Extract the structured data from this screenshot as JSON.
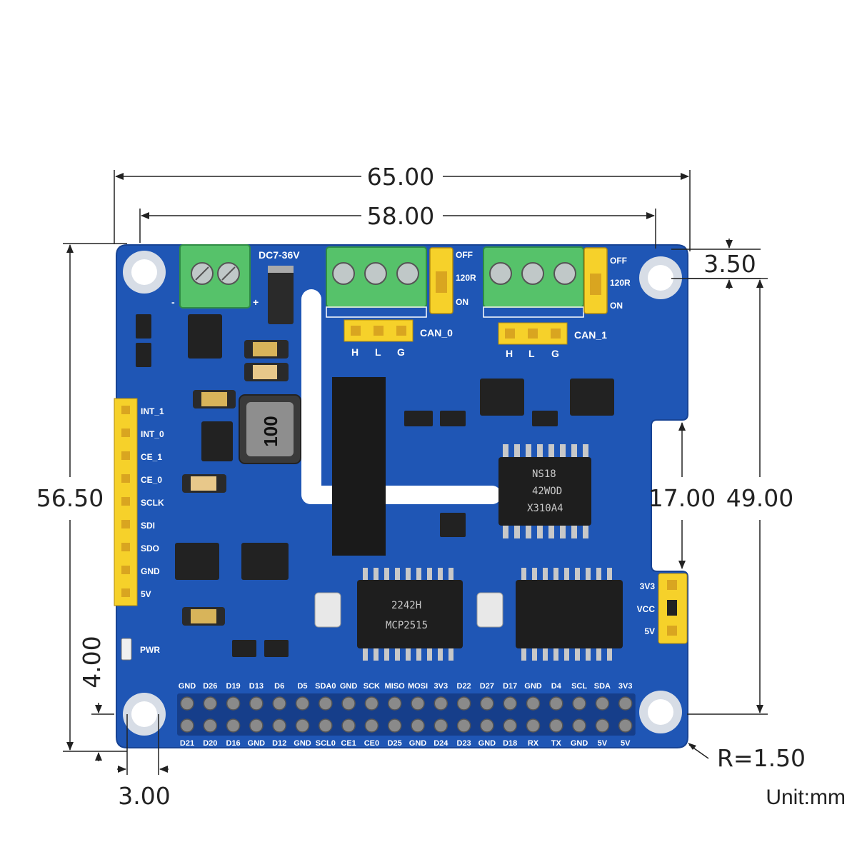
{
  "dimensions": {
    "width_total": "65.00",
    "hole_spacing_x": "58.00",
    "hole_offset_top": "3.50",
    "height_total": "56.50",
    "hole_spacing_y": "49.00",
    "notch_height": "17.00",
    "hole_offset_side": "4.00",
    "hole_offset_bottom": "3.00",
    "corner_radius": "R=1.50",
    "unit": "Unit:mm"
  },
  "board": {
    "power_label": "DC7-36V",
    "plus": "+",
    "minus": "-",
    "can0_label": "CAN_0",
    "can1_label": "CAN_1",
    "can_pins": [
      "H",
      "L",
      "G"
    ],
    "jumper_labels": [
      "OFF",
      "120R",
      "ON"
    ],
    "side_pins": [
      "INT_1",
      "INT_0",
      "CE_1",
      "CE_0",
      "SCLK",
      "SDI",
      "SDO",
      "GND",
      "5V"
    ],
    "pwr_label": "PWR",
    "voltage_select": [
      "3V3",
      "VCC",
      "5V"
    ],
    "inductor_marking": "100",
    "chip_marking_iso": [
      "NS18",
      "42WOD",
      "X310A4"
    ],
    "chip_marking_can": [
      "2242H",
      "MCP2515"
    ],
    "gpio_top": [
      "GND",
      "D26",
      "D19",
      "D13",
      "D6",
      "D5",
      "SDA0",
      "GND",
      "SCK",
      "MISO",
      "MOSI",
      "3V3",
      "D22",
      "D27",
      "D17",
      "GND",
      "D4",
      "SCL",
      "SDA",
      "3V3"
    ],
    "gpio_bottom": [
      "D21",
      "D20",
      "D16",
      "GND",
      "D12",
      "GND",
      "SCL0",
      "CE1",
      "CE0",
      "D25",
      "GND",
      "D24",
      "D23",
      "GND",
      "D18",
      "RX",
      "TX",
      "GND",
      "5V",
      "5V"
    ]
  },
  "colors": {
    "pcb": "#1f56b5",
    "pcb_dark": "#174394",
    "terminal": "#56c26a",
    "header_yellow": "#f6d12a",
    "pin_gold": "#d9a520"
  }
}
